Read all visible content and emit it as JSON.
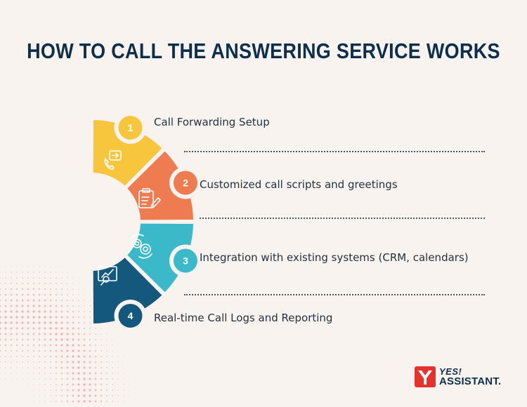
{
  "title": "HOW TO CALL THE ANSWERING SERVICE WORKS",
  "steps": [
    {
      "number": "1",
      "label": "Call Forwarding Setup",
      "icon": "phone-forward-icon",
      "color": "#f8c63d"
    },
    {
      "number": "2",
      "label": "Customized call scripts and greetings",
      "icon": "script-clipboard-icon",
      "color": "#ef7b50"
    },
    {
      "number": "3",
      "label": "Integration with existing systems (CRM, calendars)",
      "icon": "integration-gears-icon",
      "color": "#3cb9c9"
    },
    {
      "number": "4",
      "label": "Real-time Call Logs and Reporting",
      "icon": "analytics-report-icon",
      "color": "#14587e"
    }
  ],
  "colors": {
    "title": "#0d2f4b",
    "background": "#f8f3ee",
    "logo_red": "#e5322d"
  },
  "logo": {
    "line1": "YES!",
    "line2": "ASSISTANT."
  }
}
